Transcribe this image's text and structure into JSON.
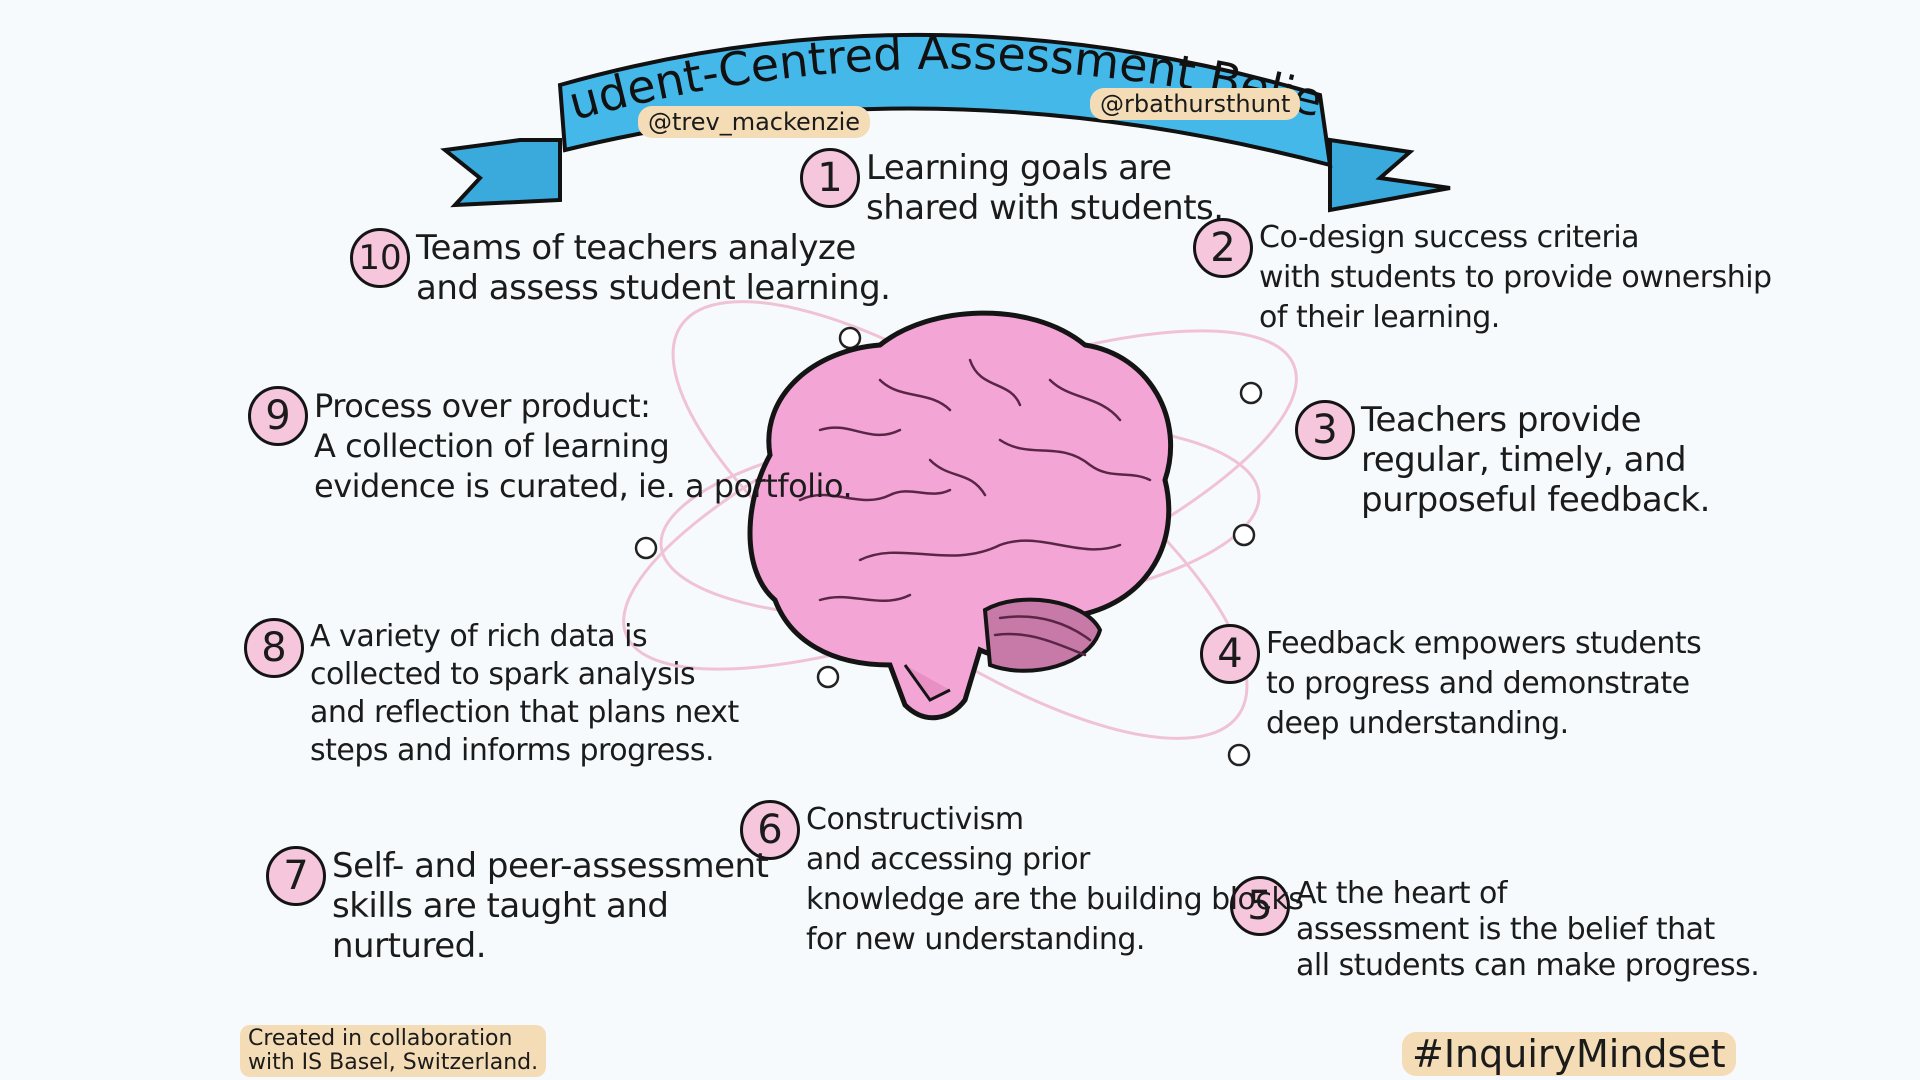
{
  "title": "Student-Centred Assessment Beliefs",
  "handles": [
    "@trev_mackenzie",
    "@rbathursthunt"
  ],
  "beliefs": [
    {
      "number": "1",
      "text": "Learning goals are\nshared with students."
    },
    {
      "number": "2",
      "text": "Co-design success criteria\nwith students to provide ownership\nof their learning."
    },
    {
      "number": "3",
      "text": "Teachers provide\nregular, timely, and\npurposeful feedback."
    },
    {
      "number": "4",
      "text": "Feedback empowers students\nto progress and demonstrate\ndeep understanding."
    },
    {
      "number": "5",
      "text": "At the heart of\nassessment is the belief that\nall students can make progress."
    },
    {
      "number": "6",
      "text": "Constructivism\nand accessing prior\nknowledge are the building blocks\nfor new understanding."
    },
    {
      "number": "7",
      "text": "Self- and peer-assessment\nskills are taught and\nnurtured."
    },
    {
      "number": "8",
      "text": "A variety of rich data is\ncollected to spark analysis\nand reflection that plans next\nsteps and informs progress."
    },
    {
      "number": "9",
      "text": "Process over product:\nA collection of learning\nevidence is curated, ie. a portfolio."
    },
    {
      "number": "10",
      "text": "Teams of teachers analyze\nand assess student learning."
    }
  ],
  "credit": "Created in collaboration\nwith IS Basel, Switzerland.",
  "hashtag": "#InquiryMindset",
  "colors": {
    "ribbon": "#45b8ea",
    "brain": "#f3a5d6",
    "badge": "#f6c6dc",
    "highlight": "#f4ddb6"
  },
  "icons": [
    "brain-icon"
  ]
}
